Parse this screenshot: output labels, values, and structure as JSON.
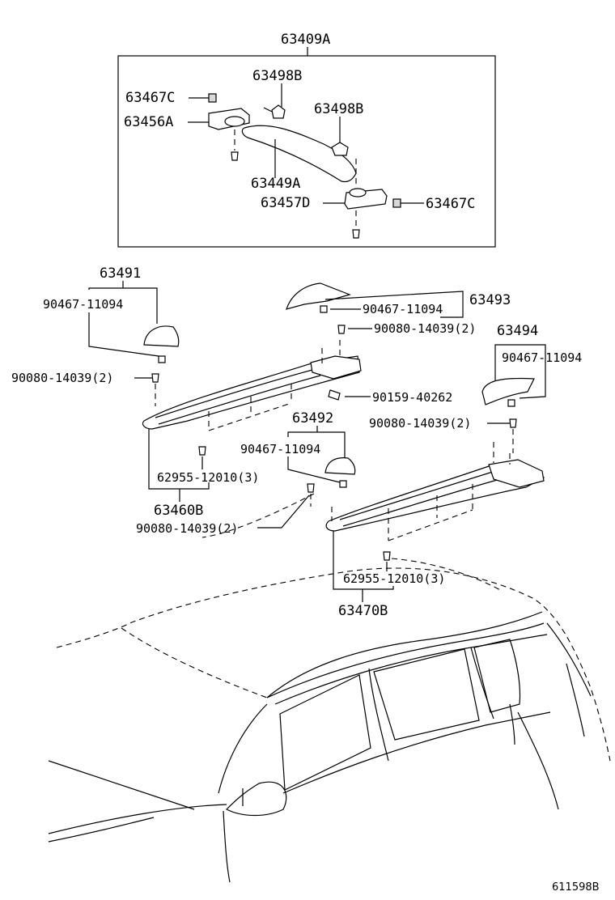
{
  "labels": {
    "assy_top": "63409A",
    "p63498B_1": "63498B",
    "p63467C_1": "63467C",
    "p63456A": "63456A",
    "p63498B_2": "63498B",
    "p63449A": "63449A",
    "p63457D": "63457D",
    "p63467C_2": "63467C",
    "p63491": "63491",
    "p90467_a": "90467-11094",
    "p90080_a": "90080-14039(2)",
    "p63493": "63493",
    "p90467_b": "90467-11094",
    "p90080_b": "90080-14039(2)",
    "p63494": "63494",
    "p90467_c": "90467-11094",
    "p90159": "90159-40262",
    "p90080_c": "90080-14039(2)",
    "p63492": "63492",
    "p90467_d": "90467-11094",
    "p62955_a": "62955-12010(3)",
    "p63460B": "63460B",
    "p90080_d": "90080-14039(2)",
    "p62955_b": "62955-12010(3)",
    "p63470B": "63470B",
    "diagram_code": "611598B"
  }
}
